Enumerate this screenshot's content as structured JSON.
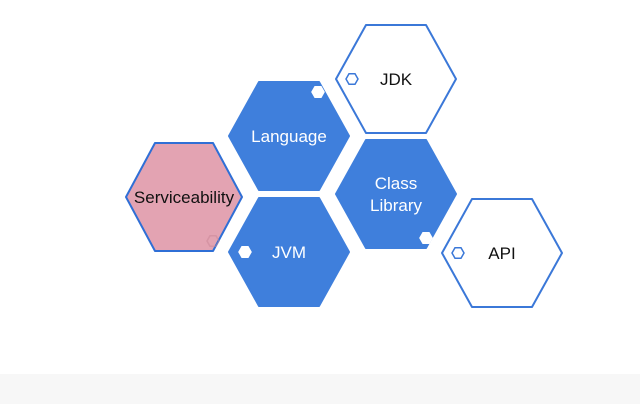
{
  "diagram": {
    "hexagons": [
      {
        "id": "jdk",
        "lines": [
          "JDK"
        ],
        "fill": "#ffffff",
        "stroke": "#3b78d8",
        "text_color": "#111111",
        "badge": "left"
      },
      {
        "id": "language",
        "lines": [
          "Language"
        ],
        "fill": "#3f7fdc",
        "stroke": "#3f7fdc",
        "text_color": "#ffffff",
        "badge": "top-right"
      },
      {
        "id": "class-library",
        "lines": [
          "Class",
          "Library"
        ],
        "fill": "#3f7fdc",
        "stroke": "#3f7fdc",
        "text_color": "#ffffff",
        "badge": "bottom-right"
      },
      {
        "id": "serviceability",
        "lines": [
          "Serviceability"
        ],
        "fill": "#e3a3b2",
        "stroke": "#2f6fd6",
        "text_color": "#111111",
        "badge": "bottom-right-faint"
      },
      {
        "id": "jvm",
        "lines": [
          "JVM"
        ],
        "fill": "#3f7fdc",
        "stroke": "#3f7fdc",
        "text_color": "#ffffff",
        "badge": "left"
      },
      {
        "id": "api",
        "lines": [
          "API"
        ],
        "fill": "#ffffff",
        "stroke": "#3b78d8",
        "text_color": "#111111",
        "badge": "left"
      }
    ]
  }
}
